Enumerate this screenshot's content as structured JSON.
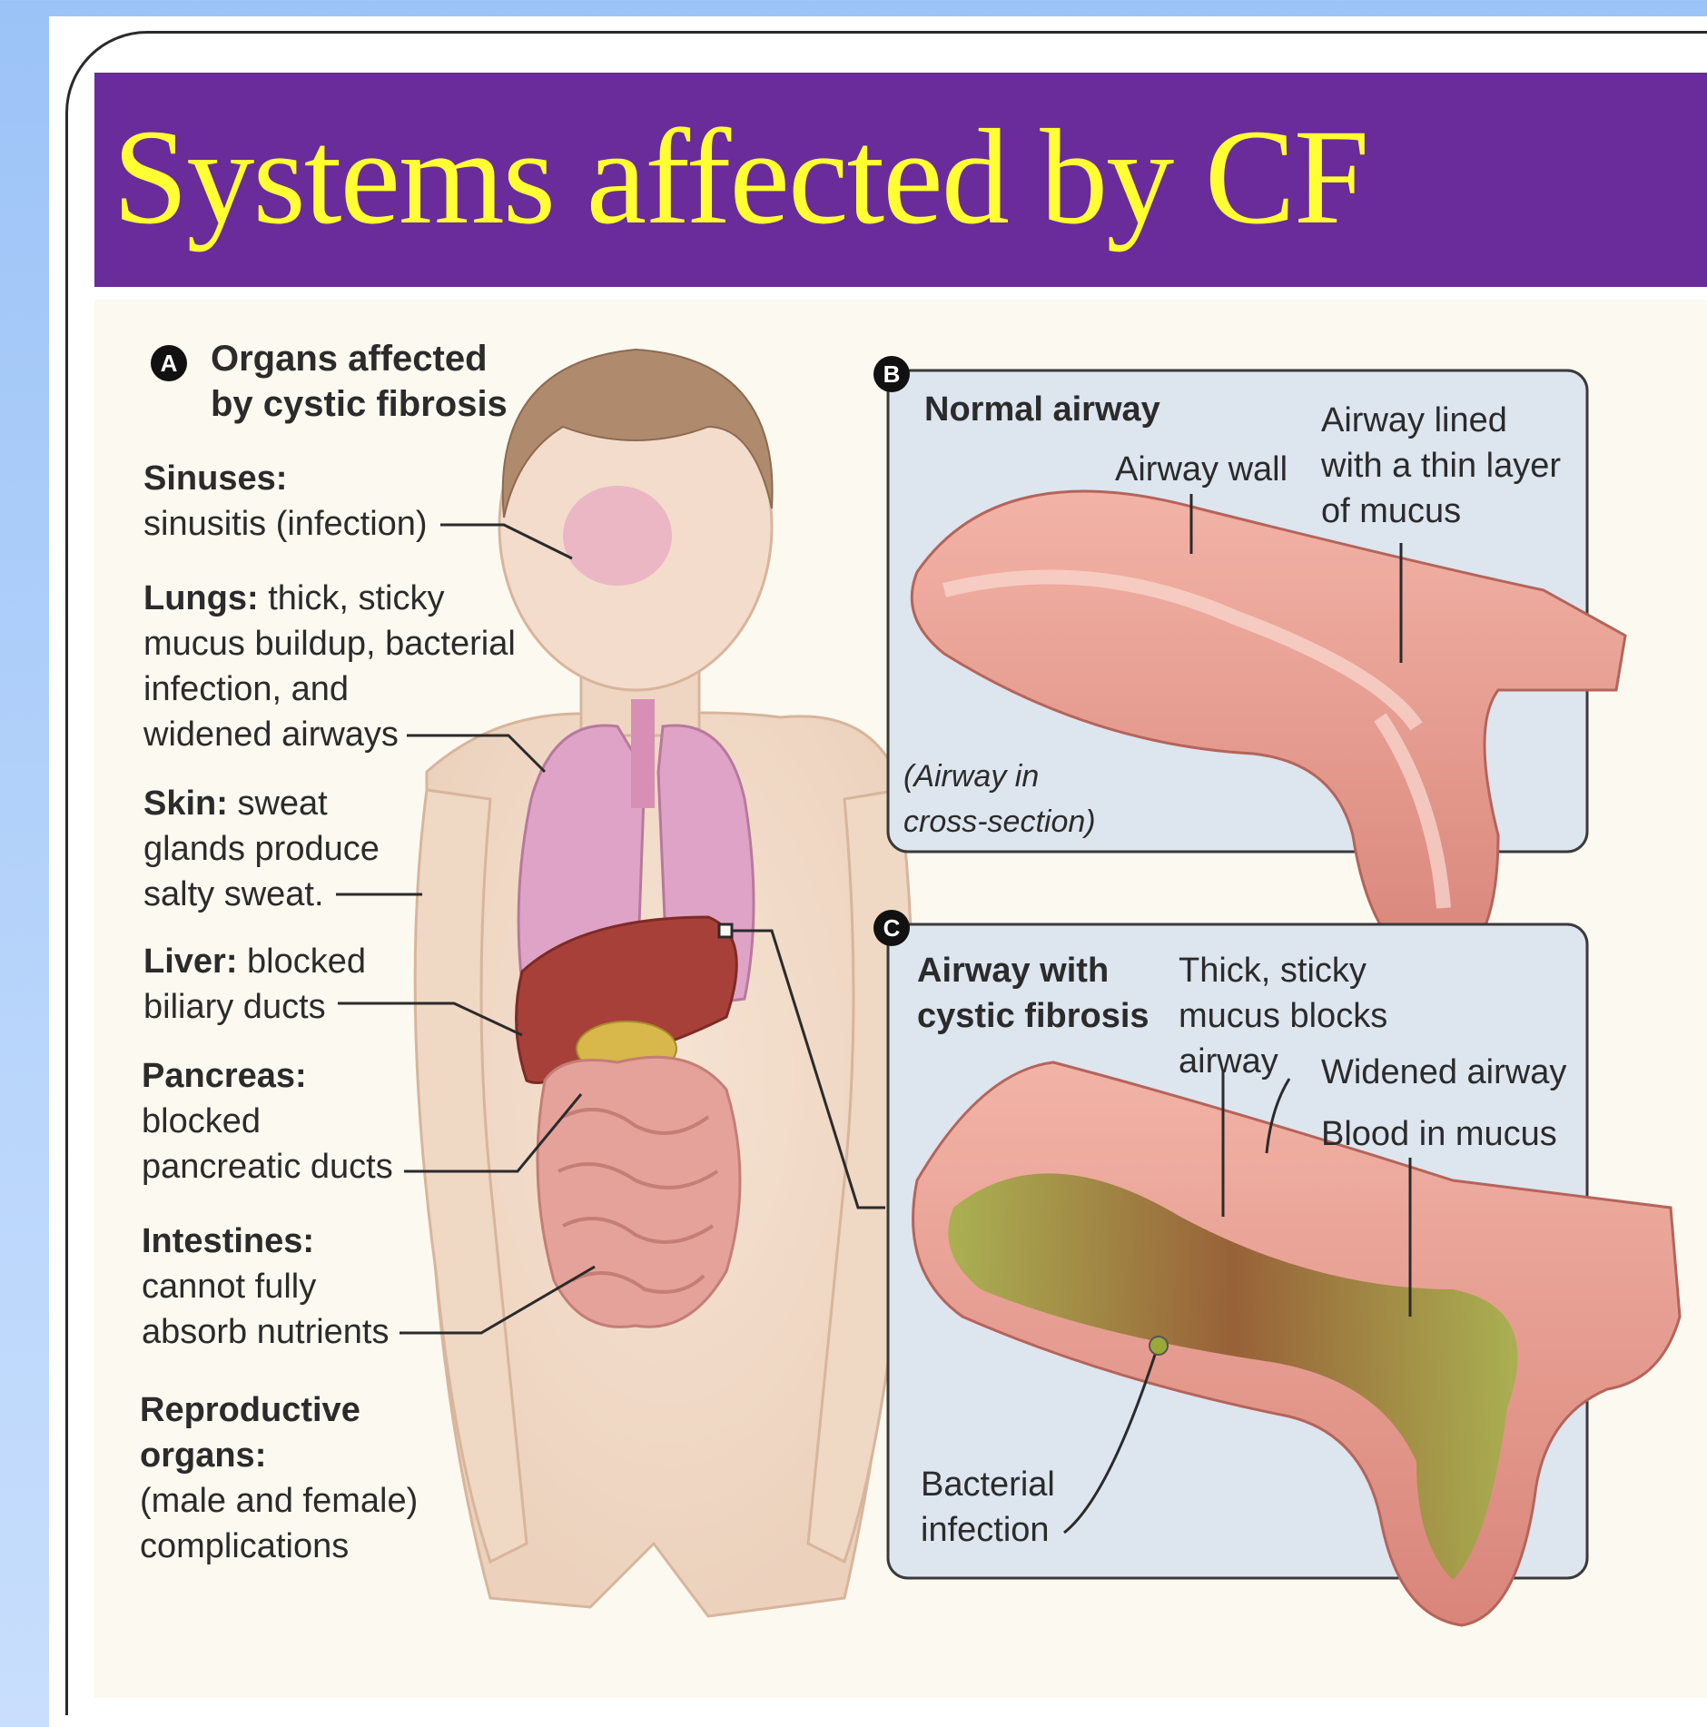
{
  "title": "Systems affected by CF",
  "panel_a": {
    "badge": "A",
    "heading_line1": "Organs affected",
    "heading_line2": "by cystic fibrosis",
    "organs": [
      {
        "name": "Sinuses:",
        "lines": [
          "sinusitis (infection)"
        ]
      },
      {
        "name": "Lungs:",
        "inline": "thick, sticky",
        "lines": [
          "mucus buildup, bacterial",
          "infection, and",
          "widened airways"
        ]
      },
      {
        "name": "Skin:",
        "inline": "sweat",
        "lines": [
          "glands produce",
          "salty sweat."
        ]
      },
      {
        "name": "Liver:",
        "inline": "blocked",
        "lines": [
          "biliary ducts"
        ]
      },
      {
        "name": "Pancreas:",
        "lines": [
          "blocked",
          "pancreatic ducts"
        ]
      },
      {
        "name": "Intestines:",
        "lines": [
          "cannot fully",
          "absorb nutrients"
        ]
      },
      {
        "name": "Reproductive",
        "name2": "organs:",
        "lines": [
          "(male and female)",
          "complications"
        ]
      }
    ]
  },
  "panel_b": {
    "badge": "B",
    "heading": "Normal airway",
    "airway_wall": "Airway wall",
    "lined_line1": "Airway lined",
    "lined_line2": "with a thin layer",
    "lined_line3": "of mucus",
    "cross_line1": "(Airway in",
    "cross_line2": "cross-section)"
  },
  "panel_c": {
    "badge": "C",
    "heading_line1": "Airway with",
    "heading_line2": "cystic fibrosis",
    "thick_line1": "Thick, sticky",
    "thick_line2": "mucus blocks",
    "thick_line3": "airway",
    "widened": "Widened airway",
    "blood": "Blood in mucus",
    "bacterial_line1": "Bacterial",
    "bacterial_line2": "infection"
  },
  "colors": {
    "banner": "#6a2c9a",
    "title_text": "#ffff33",
    "airway_tissue": "#e99a8f",
    "mucus": "#9aa83a",
    "liver": "#a8403a",
    "lungs": "#e0a3c8",
    "intestines": "#e4a29a"
  }
}
